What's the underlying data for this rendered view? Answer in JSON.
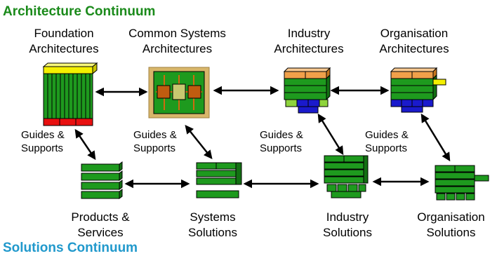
{
  "titles": {
    "architecture": "Architecture Continuum",
    "solutions": "Solutions Continuum"
  },
  "architectures": [
    {
      "line1": "Foundation",
      "line2": "Architectures"
    },
    {
      "line1": "Common Systems",
      "line2": "Architectures"
    },
    {
      "line1": "Industry",
      "line2": "Architectures"
    },
    {
      "line1": "Organisation",
      "line2": "Architectures"
    }
  ],
  "solutions": [
    {
      "line1": "Products &",
      "line2": "Services"
    },
    {
      "line1": "Systems",
      "line2": "Solutions"
    },
    {
      "line1": "Industry",
      "line2": "Solutions"
    },
    {
      "line1": "Organisation",
      "line2": "Solutions"
    }
  ],
  "guides": [
    {
      "line1": "Guides &",
      "line2": "Supports"
    },
    {
      "line1": "Guides &",
      "line2": "Supports"
    },
    {
      "line1": "Guides &",
      "line2": "Supports"
    },
    {
      "line1": "Guides &",
      "line2": "Supports"
    }
  ],
  "colors": {
    "architecture_title": "#1a8a1a",
    "solutions_title": "#2199cc",
    "block_green": "#1e9a1e",
    "block_orange": "#f0a04a",
    "block_blue": "#1a1acc",
    "block_yellow": "#f4f000",
    "block_red": "#e81010",
    "block_lightgreen": "#8ed43c",
    "board_tan": "#d8b66a"
  }
}
